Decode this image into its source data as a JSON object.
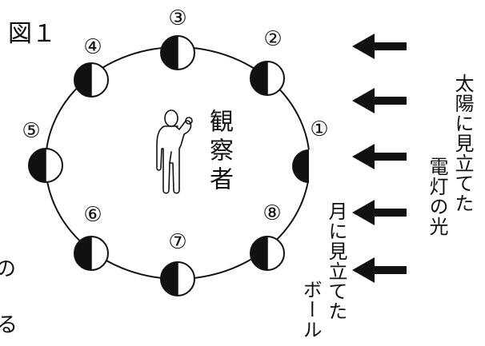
{
  "figure_label": "図１",
  "observer_label": "観察者",
  "sun_label": "太陽に見立てた電灯の光",
  "sun_label_line1": "太陽に見立てた",
  "sun_label_line2": "電灯の光",
  "moon_label": "月に見立てたボール",
  "moon_label_line1": "月に見立てた",
  "moon_label_line2": "ボール",
  "positions": [
    {
      "id": "1",
      "mark": "①"
    },
    {
      "id": "2",
      "mark": "②"
    },
    {
      "id": "3",
      "mark": "③"
    },
    {
      "id": "4",
      "mark": "④"
    },
    {
      "id": "5",
      "mark": "⑤"
    },
    {
      "id": "6",
      "mark": "⑥"
    },
    {
      "id": "7",
      "mark": "⑦"
    },
    {
      "id": "8",
      "mark": "⑧"
    }
  ],
  "partial_text_left": [
    "の",
    "る"
  ],
  "colors": {
    "ink": "#111111",
    "background": "#ffffff"
  },
  "arrow_count": 5
}
